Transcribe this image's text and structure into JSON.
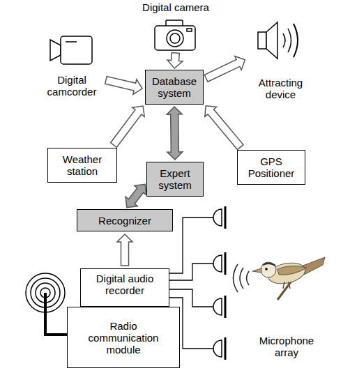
{
  "diagram": {
    "nodes": [
      {
        "text": [
          "Digital camcorder"
        ]
      },
      {
        "text": [
          "Digital camera"
        ]
      },
      {
        "text": [
          "Attracting device"
        ]
      },
      {
        "text": [
          "Database system"
        ]
      },
      {
        "text": [
          "Weather station"
        ]
      },
      {
        "text": [
          "Expert system"
        ]
      },
      {
        "text": [
          "GPS Positioner"
        ]
      },
      {
        "text": [
          "Recognizer"
        ]
      },
      {
        "text": [
          "Digital audio recorder"
        ]
      },
      {
        "text": [
          "Microphone array"
        ]
      },
      {
        "text": [
          "Radio communication module"
        ]
      }
    ],
    "edges": [
      {
        "from": 0,
        "to": 3,
        "arrow": "to"
      },
      {
        "from": 1,
        "to": 3,
        "arrow": "to"
      },
      {
        "from": 3,
        "to": 2,
        "arrow": "to"
      },
      {
        "from": 4,
        "to": 3,
        "arrow": "to"
      },
      {
        "from": 6,
        "to": 3,
        "arrow": "to"
      },
      {
        "from": 3,
        "to": 5,
        "arrow": "both"
      },
      {
        "from": 7,
        "to": 5,
        "arrow": "both"
      },
      {
        "from": 8,
        "to": 7,
        "arrow": "to"
      },
      {
        "from": 8,
        "to": 9,
        "arrow": "none"
      },
      {
        "from": 8,
        "to": 9,
        "arrow": "none"
      },
      {
        "from": 8,
        "to": 9,
        "arrow": "none"
      },
      {
        "from": 8,
        "to": 9,
        "arrow": "none"
      }
    ]
  }
}
